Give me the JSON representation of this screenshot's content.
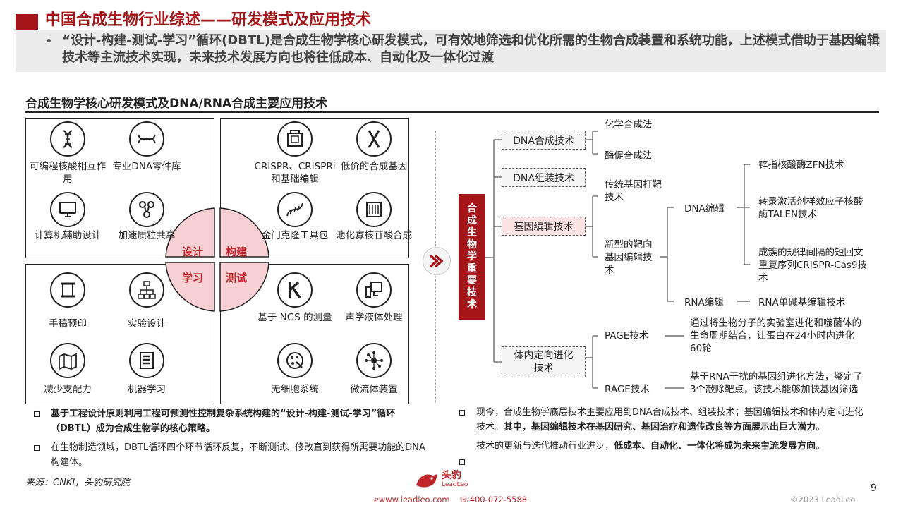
{
  "header": {
    "title": "中国合成生物行业综述——研发模式及应用技术",
    "bullet_dot": "•",
    "summary": "“设计-构建-测试-学习”循环(DBTL)是合成生物学核心研发模式，可有效地筛选和优化所需的生物合成装置和系统功能，上述模式借助于基因编辑技术等主流技术实现，未来技术发展方向也将往低成本、自动化及一体化过渡"
  },
  "section_title": "合成生物学核心研发模式及DNA/RNA合成主要应用技术",
  "dbtl": {
    "design": "设计",
    "build": "构建",
    "learn": "学习",
    "test": "测试",
    "design_items": [
      "可编程核酸相互作用",
      "专业DNA零件库",
      "计算机辅助设计",
      "加速质粒共享"
    ],
    "build_items": [
      "CRISPR、CRISPRi和基础编辑",
      "低价的合成基因",
      "金门克隆工具包",
      "池化寡核苷酸合成"
    ],
    "learn_items": [
      "手稿预印",
      "实验设计",
      "减少支配力",
      "机器学习"
    ],
    "test_items": [
      "基于 NGS 的测量",
      "声学液体处理",
      "无细胞系统",
      "微流体装置"
    ]
  },
  "left_bullets": [
    "基于工程设计原则利用工程可预测性控制复杂系统构建的“设计-构建-测试-学习”循环（DBTL）成为合成生物学的核心策略。",
    "在生物制造领域，DBTL循环四个环节循环反复，不断测试、修改直到获得所需要功能的DNA构建体。"
  ],
  "tree": {
    "root": "合成生物学重要技术",
    "dna_synthesis": "DNA合成技术",
    "chem_synth": "化学合成法",
    "enzyme_synth": "酶促合成法",
    "dna_assembly": "DNA组装技术",
    "gene_editing": "基因编辑技术",
    "traditional_targeting": "传统基因打靶技术",
    "novel_targeting": "新型的靶向基因编辑技术",
    "dna_editing": "DNA编辑",
    "rna_editing": "RNA编辑",
    "zfn": "锌指核酸酶ZFN技术",
    "talen": "转录激活剂样效应子核酸酶TALEN技术",
    "crispr": "成簇的规律间隔的短回文重复序列CRISPR-Cas9技术",
    "rna_base": "RNA单碱基编辑技术",
    "in_vivo_evolution": "体内定向进化技术",
    "page": "PAGE技术",
    "page_desc": "通过将生物分子的实验室进化和噬菌体的生命周期结合，让蛋白在24小时内进化60轮",
    "rage": "RAGE技术",
    "rage_desc": "基于RNA干扰的基因组进化方法，鉴定了3个敲除靶点，该技术能够加快基因筛选"
  },
  "right_bullets": {
    "b1_plain": "现今，合成生物学底层技术主要应用到DNA合成技术、组装技术；基因编辑技术和体内定向进化技术。",
    "b1_bold": "其中，基因编辑技术在基因研究、基因治疗和遗传改良等方面展示出巨大潜力。",
    "b2_plain": "技术的更新与迭代推动行业进步，",
    "b2_bold": "低成本、自动化、一体化将成为未来主流发展方向。"
  },
  "source": "来源：CNKI，头豹研究院",
  "footer": {
    "logo_cn": "头豹",
    "logo_en": "LeadLeo",
    "website": "www.leadleo.com",
    "phone": "400-072-5588",
    "copyright": "©2023 LeadLeo",
    "page_number": "9"
  },
  "colors": {
    "accent": "#a4161a",
    "petal": "#f6d0d2"
  }
}
